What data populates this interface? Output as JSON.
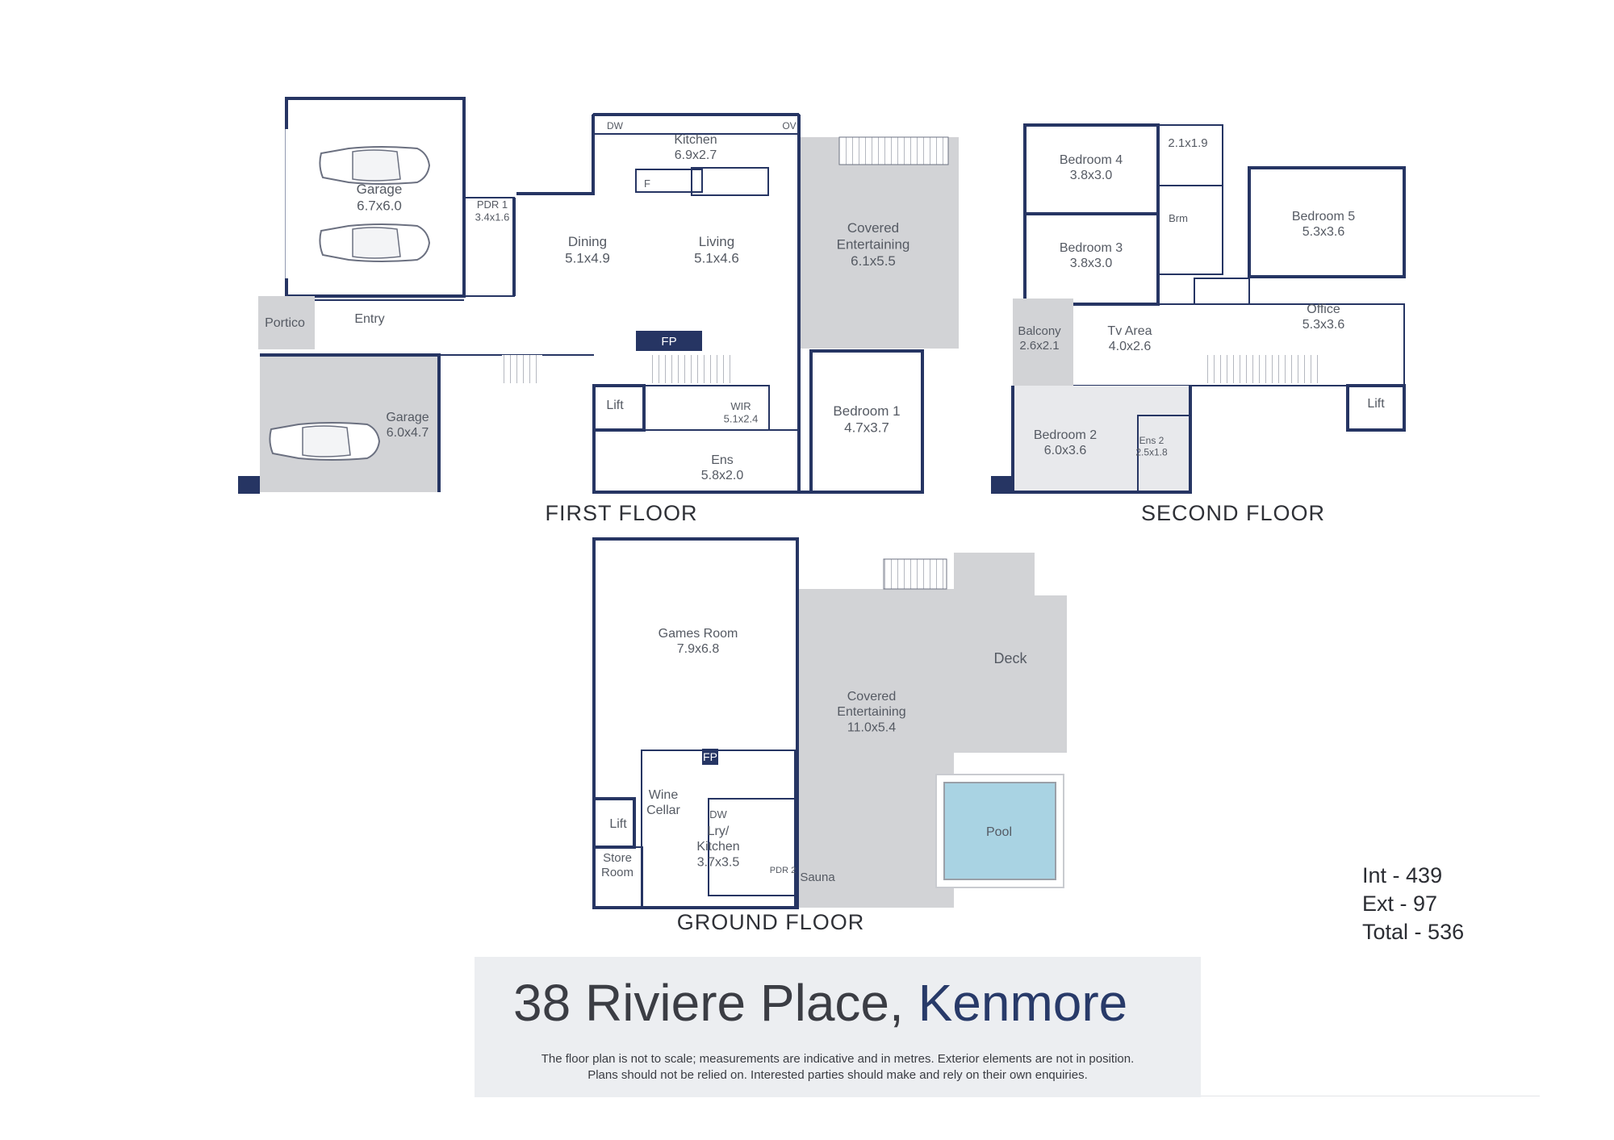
{
  "colors": {
    "wall": "#263563",
    "room_fill": "#e8e9ec",
    "outdoor_fill": "#d2d3d6",
    "pool": "#a9d3e3",
    "accent": "#283a69"
  },
  "floors": {
    "first": {
      "title": "FIRST FLOOR",
      "rooms": [
        {
          "id": "garage-1",
          "name": "Garage",
          "size": "6.7x6.0"
        },
        {
          "id": "pdr-1",
          "name": "PDR 1",
          "size": "3.4x1.6"
        },
        {
          "id": "kitchen",
          "name": "Kitchen",
          "size": "6.9x2.7"
        },
        {
          "id": "dining",
          "name": "Dining",
          "size": "5.1x4.9"
        },
        {
          "id": "living",
          "name": "Living",
          "size": "5.1x4.6"
        },
        {
          "id": "covered-ent-1",
          "name": "Covered Entertaining",
          "size": "6.1x5.5"
        },
        {
          "id": "portico",
          "name": "Portico",
          "size": ""
        },
        {
          "id": "entry",
          "name": "Entry",
          "size": ""
        },
        {
          "id": "garage-2",
          "name": "Garage",
          "size": "6.0x4.7"
        },
        {
          "id": "lift-1",
          "name": "Lift",
          "size": ""
        },
        {
          "id": "wir",
          "name": "WIR",
          "size": "5.1x2.4"
        },
        {
          "id": "ens",
          "name": "Ens",
          "size": "5.8x2.0"
        },
        {
          "id": "bedroom-1",
          "name": "Bedroom 1",
          "size": "4.7x3.7"
        }
      ],
      "fixtures": {
        "dw": "DW",
        "ov": "OV",
        "f": "F",
        "fp": "FP"
      }
    },
    "second": {
      "title": "SECOND  FLOOR",
      "rooms": [
        {
          "id": "bedroom-4",
          "name": "Bedroom 4",
          "size": "3.8x3.0"
        },
        {
          "id": "small-room",
          "name": "",
          "size": "2.1x1.9"
        },
        {
          "id": "brm",
          "name": "Brm",
          "size": ""
        },
        {
          "id": "bedroom-5",
          "name": "Bedroom 5",
          "size": "5.3x3.6"
        },
        {
          "id": "bedroom-3",
          "name": "Bedroom 3",
          "size": "3.8x3.0"
        },
        {
          "id": "office",
          "name": "Office",
          "size": "5.3x3.6"
        },
        {
          "id": "balcony",
          "name": "Balcony",
          "size": "2.6x2.1"
        },
        {
          "id": "tv-area",
          "name": "Tv  Area",
          "size": "4.0x2.6"
        },
        {
          "id": "lift-2",
          "name": "Lift",
          "size": ""
        },
        {
          "id": "bedroom-2",
          "name": "Bedroom 2",
          "size": "6.0x3.6"
        },
        {
          "id": "ens-2",
          "name": "Ens 2",
          "size": "2.5x1.8"
        }
      ]
    },
    "ground": {
      "title": "GROUND FLOOR",
      "rooms": [
        {
          "id": "games-room",
          "name": "Games Room",
          "size": "7.9x6.8"
        },
        {
          "id": "covered-ent-2",
          "name": "Covered Entertaining",
          "size": "11.0x5.4"
        },
        {
          "id": "deck",
          "name": "Deck",
          "size": ""
        },
        {
          "id": "pool",
          "name": "Pool",
          "size": ""
        },
        {
          "id": "wine-cellar",
          "name": "Wine Cellar",
          "size": ""
        },
        {
          "id": "lift-3",
          "name": "Lift",
          "size": ""
        },
        {
          "id": "lry-kitchen",
          "name": "Lry/ Kitchen",
          "size": "3.7x3.5"
        },
        {
          "id": "store-room",
          "name": "Store Room",
          "size": ""
        },
        {
          "id": "pdr-2",
          "name": "PDR 2",
          "size": ""
        },
        {
          "id": "sauna",
          "name": "Sauna",
          "size": ""
        }
      ],
      "fixtures": {
        "fp": "FP",
        "dw": "DW"
      }
    }
  },
  "areas": [
    {
      "label": "Int -",
      "value": "439"
    },
    {
      "label": "Ext -",
      "value": "97"
    },
    {
      "label": "Total -",
      "value": "536"
    }
  ],
  "address": {
    "street": "38 Riviere Place,",
    "suburb": "Kenmore"
  },
  "disclaimer": [
    "The floor plan is not to scale; measurements are indicative and in metres. Exterior elements are not in position.",
    "Plans should not be relied on. Interested parties should make and rely on their own enquiries."
  ]
}
